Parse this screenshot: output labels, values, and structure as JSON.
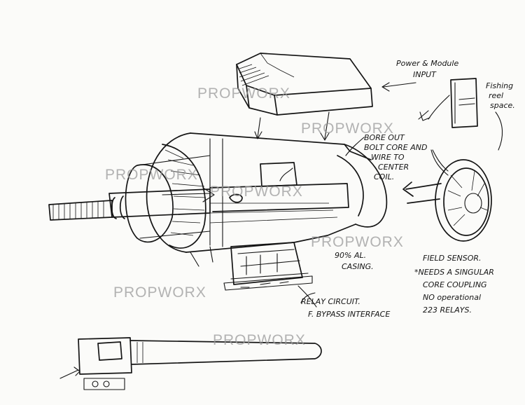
{
  "labels": {
    "power_module_line1": "Power & Module",
    "power_module_line2": "INPUT",
    "fishing_line1": "Fishing",
    "fishing_line2": "reel",
    "fishing_line3": "space.",
    "bore_line1": "BORE OUT",
    "bore_line2": "BOLT CORE AND",
    "bore_line3": "WIRE TO",
    "bore_line4": "CENTER",
    "bore_line5": "COIL.",
    "casing_line1": "90% AL.",
    "casing_line2": "CASING.",
    "field_line1": "FIELD SENSOR.",
    "field_line2": "*NEEDS A SINGULAR",
    "field_line3": "CORE COUPLING",
    "field_line4": "NO operational",
    "field_line5": "223 RELAYS.",
    "relay_line1": "RELAY CIRCUIT.",
    "relay_line2": "F. BYPASS INTERFACE"
  },
  "watermark": "PROPWORX"
}
